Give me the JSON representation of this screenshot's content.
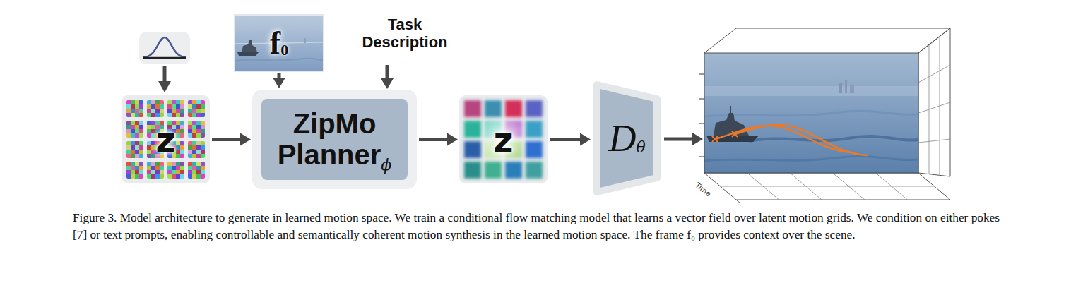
{
  "diagram": {
    "caption": "Figure 3. Model architecture to generate in learned motion space. We train a conditional flow matching model that learns a vector field over latent motion grids. We condition on either pokes [7] or text prompts, enabling controllable and semantically coherent motion synthesis in the learned motion space. The frame f₀ provides context over the scene.",
    "nodes": [
      {
        "text": [
          "z"
        ]
      },
      {
        "text": [
          "f",
          "0"
        ]
      },
      {
        "text": [
          "ZipMo Planner",
          "ϕ"
        ]
      },
      {
        "text": [
          "z"
        ]
      },
      {
        "text": [
          "D",
          "θ"
        ]
      },
      {
        "text": [
          "Time"
        ]
      }
    ],
    "edges": [
      {
        "from": 0,
        "to": 2,
        "arrow": "to"
      },
      {
        "from": 1,
        "to": 2,
        "arrow": "to"
      },
      {
        "from": 2,
        "to": 3,
        "arrow": "to"
      },
      {
        "from": 3,
        "to": 4,
        "arrow": "to"
      },
      {
        "from": 4,
        "to": 5,
        "arrow": "to"
      }
    ],
    "labels": [
      "Task Description"
    ]
  }
}
